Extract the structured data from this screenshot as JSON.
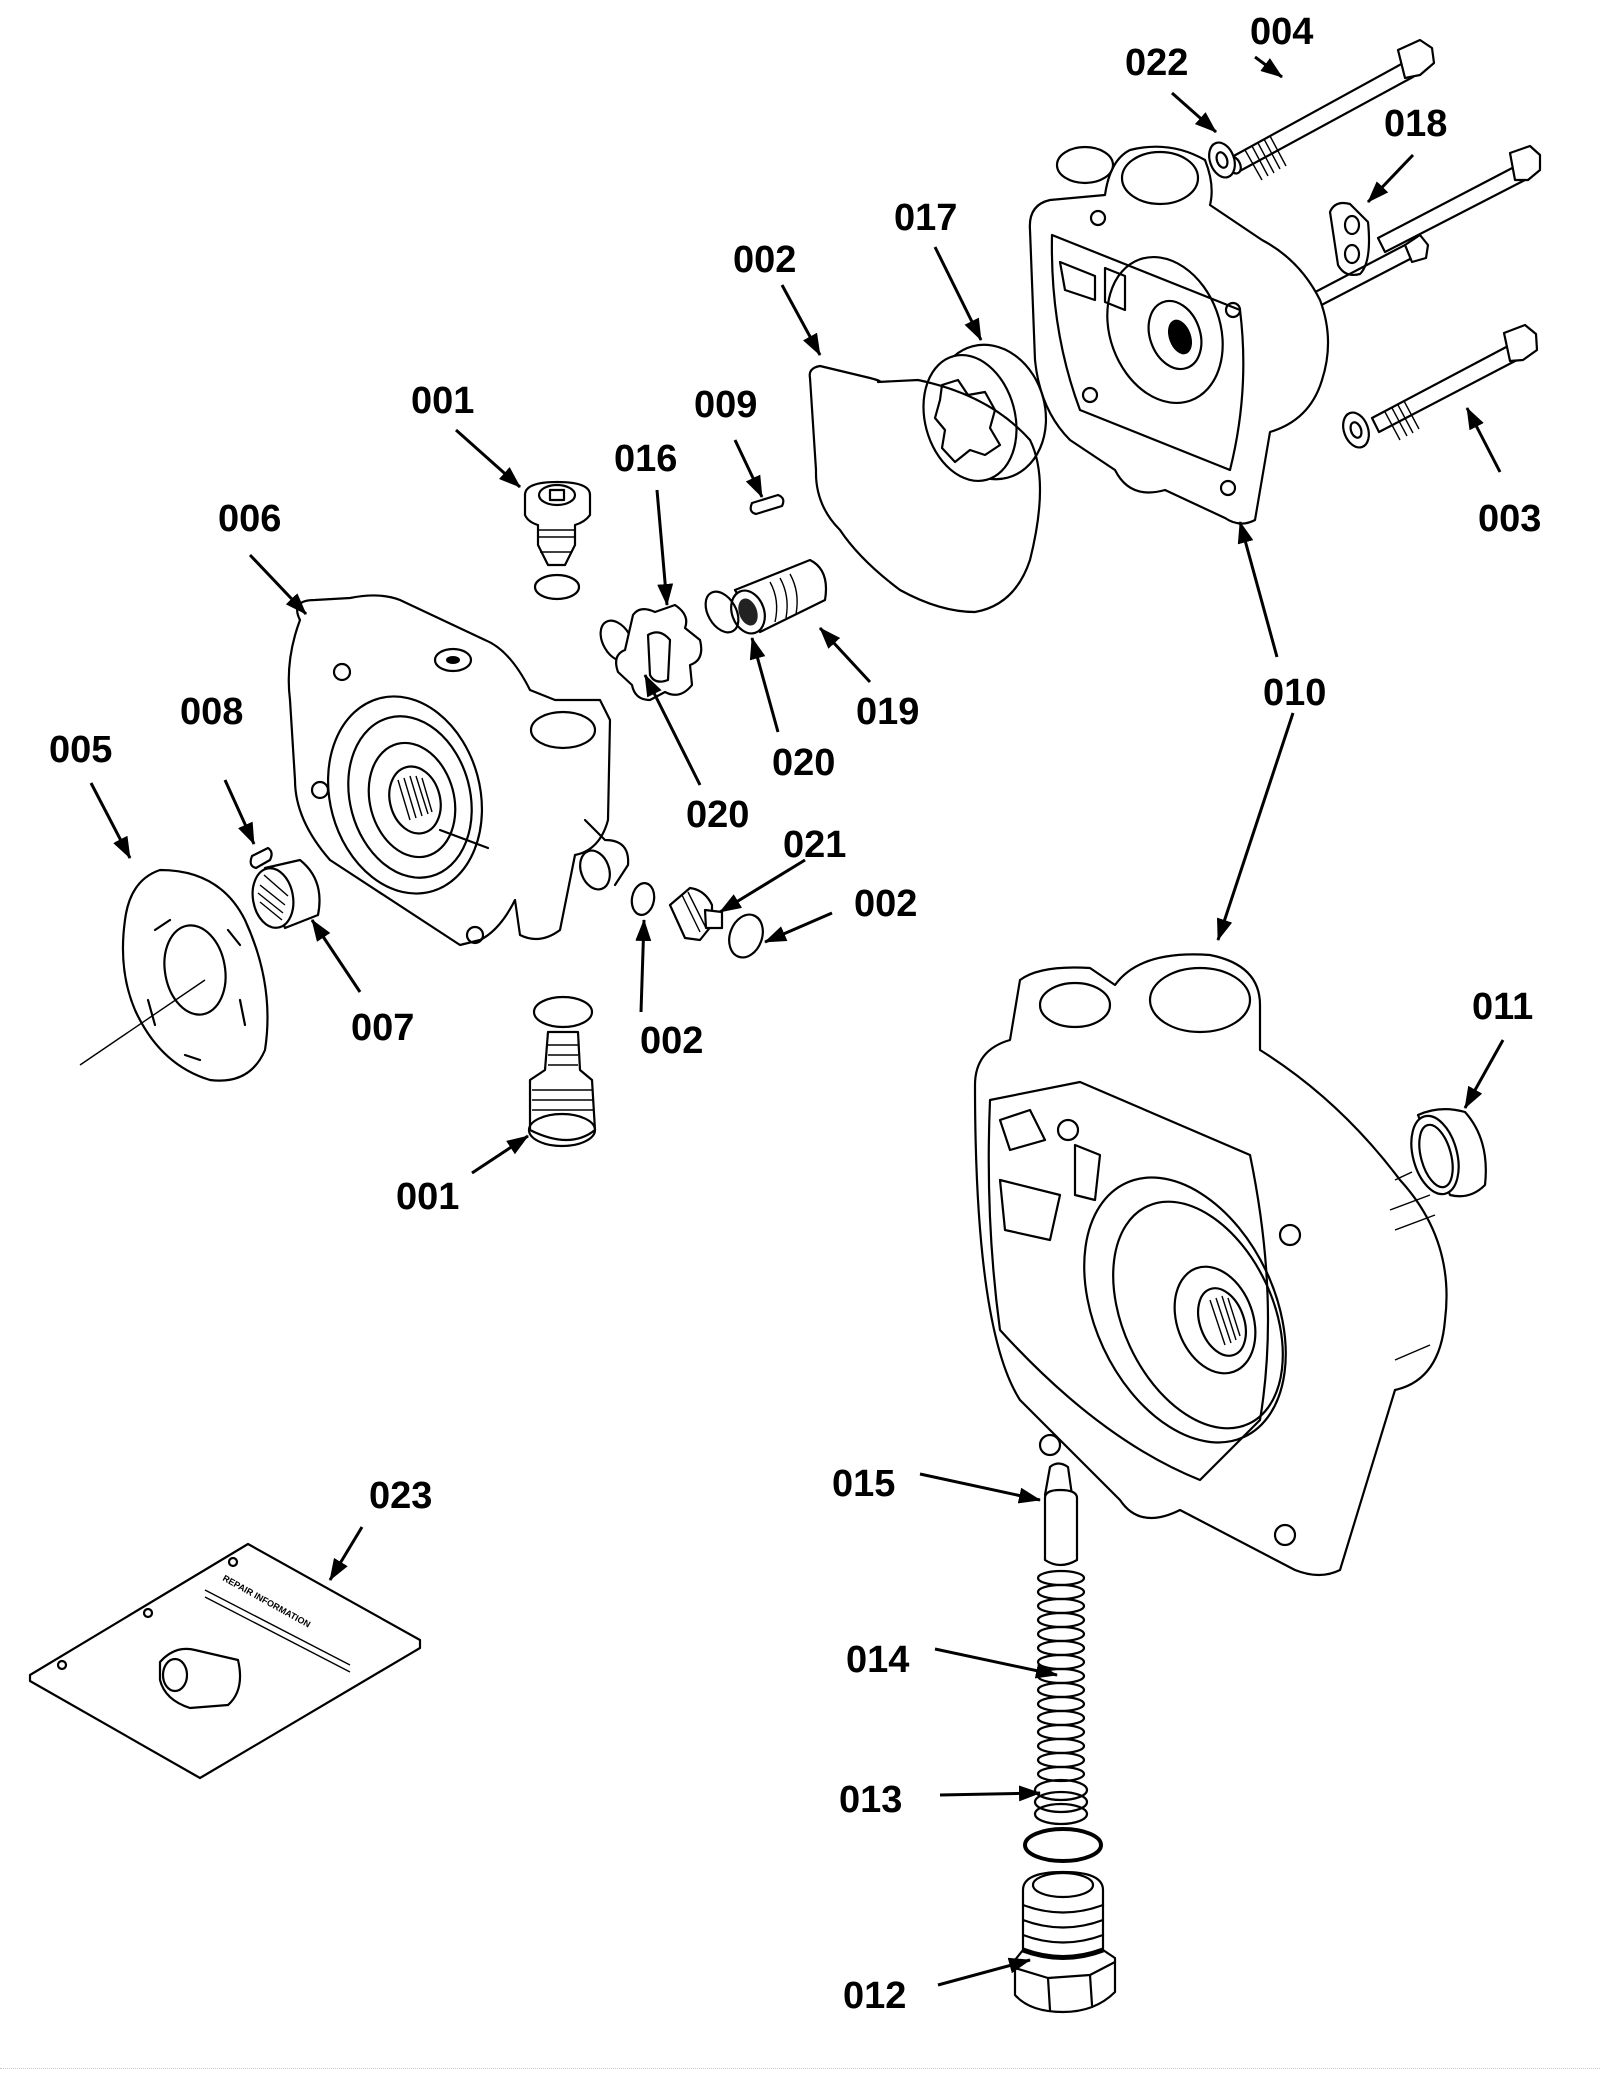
{
  "diagram": {
    "title": "Hydraulic pump exploded parts view",
    "callouts": [
      {
        "id": "004",
        "label": "004"
      },
      {
        "id": "022",
        "label": "022"
      },
      {
        "id": "018",
        "label": "018"
      },
      {
        "id": "017",
        "label": "017"
      },
      {
        "id": "002a",
        "label": "002"
      },
      {
        "id": "003",
        "label": "003"
      },
      {
        "id": "010",
        "label": "010"
      },
      {
        "id": "001a",
        "label": "001"
      },
      {
        "id": "009",
        "label": "009"
      },
      {
        "id": "016",
        "label": "016"
      },
      {
        "id": "006",
        "label": "006"
      },
      {
        "id": "019",
        "label": "019"
      },
      {
        "id": "020a",
        "label": "020"
      },
      {
        "id": "020b",
        "label": "020"
      },
      {
        "id": "021",
        "label": "021"
      },
      {
        "id": "002b",
        "label": "002"
      },
      {
        "id": "008",
        "label": "008"
      },
      {
        "id": "005",
        "label": "005"
      },
      {
        "id": "007",
        "label": "007"
      },
      {
        "id": "002c",
        "label": "002"
      },
      {
        "id": "001b",
        "label": "001"
      },
      {
        "id": "011",
        "label": "011"
      },
      {
        "id": "023",
        "label": "023"
      },
      {
        "id": "015",
        "label": "015"
      },
      {
        "id": "014",
        "label": "014"
      },
      {
        "id": "013",
        "label": "013"
      },
      {
        "id": "012",
        "label": "012"
      }
    ],
    "booklet_text": "REPAIR INFORMATION"
  }
}
